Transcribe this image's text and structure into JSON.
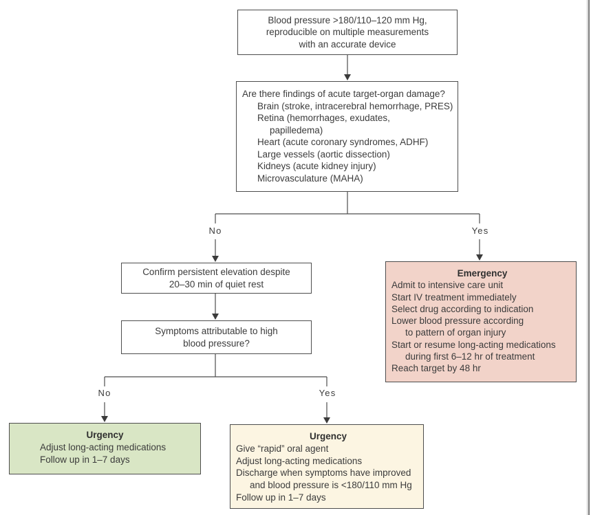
{
  "colors": {
    "emergency_bg": "#f2d3c9",
    "urgency_no_bg": "#d9e6c5",
    "urgency_yes_bg": "#fcf5e2",
    "box_border": "#4c4c4c",
    "connector_line": "#4c4c4c",
    "text": "#3b3b3b",
    "page_edge": "#777777"
  },
  "flowchart": {
    "bp_box": {
      "lines": [
        "Blood pressure >180/110–120 mm Hg,",
        "reproducible on multiple measurements",
        "with an accurate device"
      ]
    },
    "damage_box": {
      "question": "Are there findings of acute target-organ damage?",
      "items": [
        "Brain (stroke, intracerebral hemorrhage, PRES)",
        "Retina (hemorrhages, exudates,",
        "papilledema)",
        "Heart (acute coronary syndromes, ADHF)",
        "Large vessels (aortic dissection)",
        "Kidneys (acute kidney injury)",
        "Microvasculature (MAHA)"
      ]
    },
    "branch_damage": {
      "no": "No",
      "yes": "Yes"
    },
    "confirm_box": {
      "lines": [
        "Confirm persistent elevation despite",
        "20–30 min of quiet rest"
      ]
    },
    "symptoms_box": {
      "lines": [
        "Symptoms attributable to high",
        "blood pressure?"
      ]
    },
    "branch_symptoms": {
      "no": "No",
      "yes": "Yes"
    },
    "emergency_box": {
      "title": "Emergency",
      "lines": [
        "Admit to intensive care unit",
        "Start IV treatment immediately",
        "Select drug according to indication",
        "Lower blood pressure according",
        "to pattern of organ injury",
        "Start or resume long-acting medications",
        "during first 6–12 hr of treatment",
        "Reach target by 48 hr"
      ]
    },
    "urgency_no_box": {
      "title": "Urgency",
      "lines": [
        "Adjust long-acting medications",
        "Follow up in 1–7 days"
      ]
    },
    "urgency_yes_box": {
      "title": "Urgency",
      "lines": [
        "Give “rapid” oral agent",
        "Adjust long-acting medications",
        "Discharge when symptoms have improved",
        "and blood pressure is <180/110 mm Hg",
        "Follow up in 1–7 days"
      ]
    }
  }
}
